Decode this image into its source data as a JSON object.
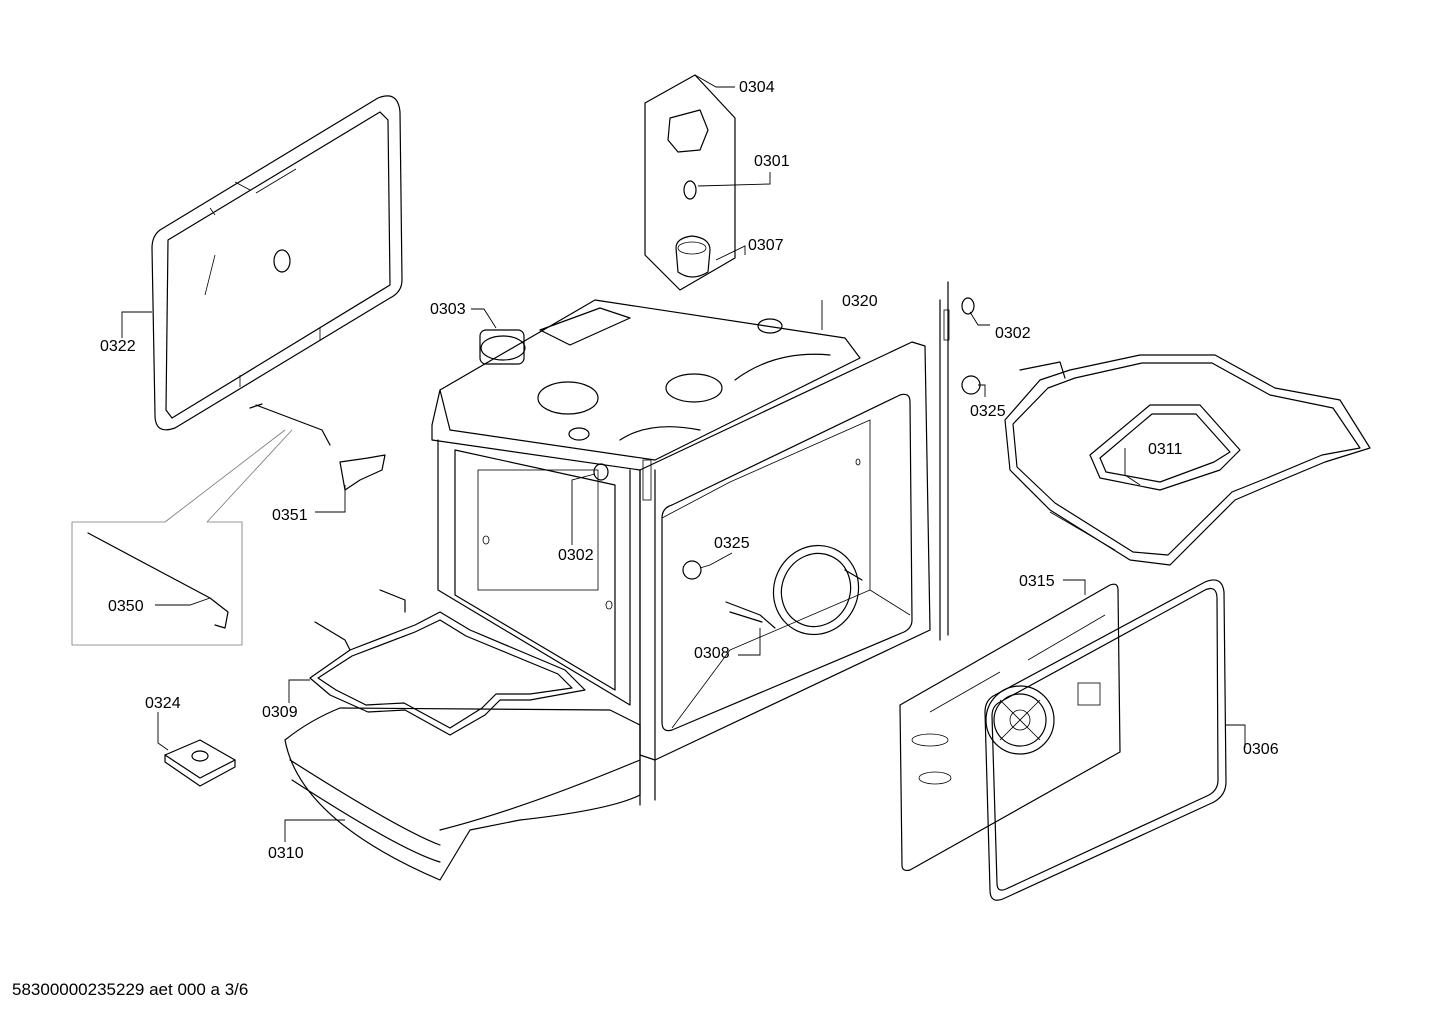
{
  "labels": {
    "p0304": "0304",
    "p0301": "0301",
    "p0307": "0307",
    "p0320": "0320",
    "p0303": "0303",
    "p0302_right": "0302",
    "p0325_right": "0325",
    "p0322": "0322",
    "p0311": "0311",
    "p0351": "0351",
    "p0302_center": "0302",
    "p0325_center": "0325",
    "p0350": "0350",
    "p0315": "0315",
    "p0308": "0308",
    "p0324": "0324",
    "p0309": "0309",
    "p0306": "0306",
    "p0310": "0310"
  },
  "footer": "58300000235229 aet 000 a 3/6"
}
